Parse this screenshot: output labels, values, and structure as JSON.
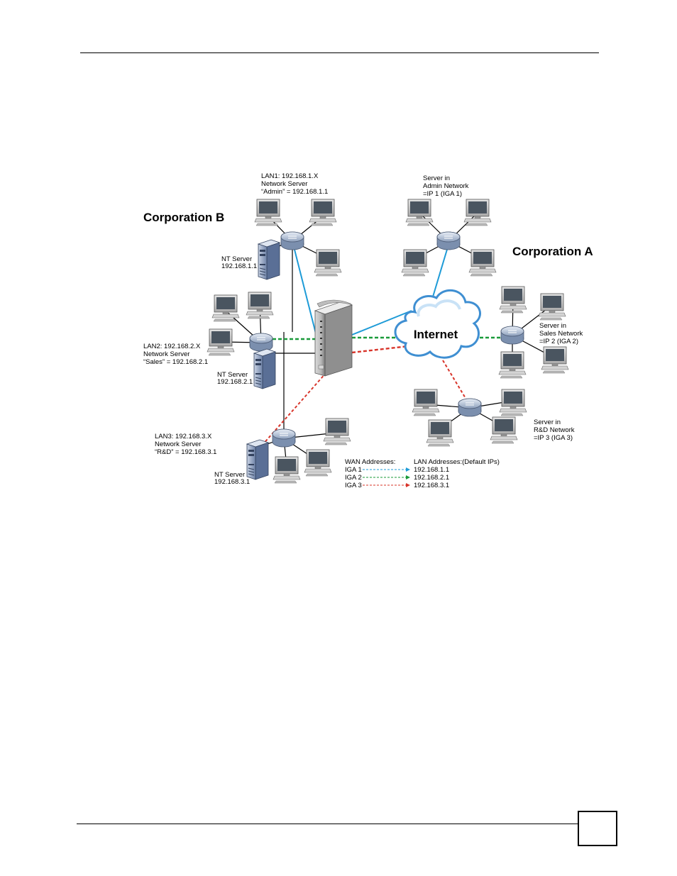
{
  "diagram": {
    "corp_b": "Corporation B",
    "corp_a": "Corporation A",
    "internet": "Internet",
    "lan1": [
      "LAN1: 192.168.1.X",
      "Network Server",
      "“Admin” = 192.168.1.1"
    ],
    "lan2": [
      "LAN2: 192.168.2.X",
      "Network Server",
      "“Sales” = 192.168.2.1"
    ],
    "lan3": [
      "LAN3: 192.168.3.X",
      "Network Server",
      "“R&D” = 192.168.3.1"
    ],
    "nt1": [
      "NT Server",
      "192.168.1.1"
    ],
    "nt2": [
      "NT Server",
      "192.168.2.1"
    ],
    "nt3": [
      "NT Server",
      "192.168.3.1"
    ],
    "srv_admin": [
      "Server in",
      "Admin Network",
      "=IP 1 (IGA 1)"
    ],
    "srv_sales": [
      "Server in",
      "Sales Network",
      "=IP 2 (IGA 2)"
    ],
    "srv_rd": [
      "Server in",
      "R&D Network",
      "=IP 3 (IGA 3)"
    ],
    "legend": {
      "wan_header": "WAN Addresses:",
      "lan_header": "LAN Addresses:(Default IPs)",
      "rows": [
        {
          "wan": "IGA 1",
          "lan": "192.168.1.1",
          "color": "#1e9bd7"
        },
        {
          "wan": "IGA 2",
          "lan": "192.168.2.1",
          "color": "#1a9a3a"
        },
        {
          "wan": "IGA 3",
          "lan": "192.168.3.1",
          "color": "#d8342a"
        }
      ]
    }
  },
  "colors": {
    "blue": "#1e9bd7",
    "green": "#1a9a3a",
    "red": "#d8342a"
  }
}
